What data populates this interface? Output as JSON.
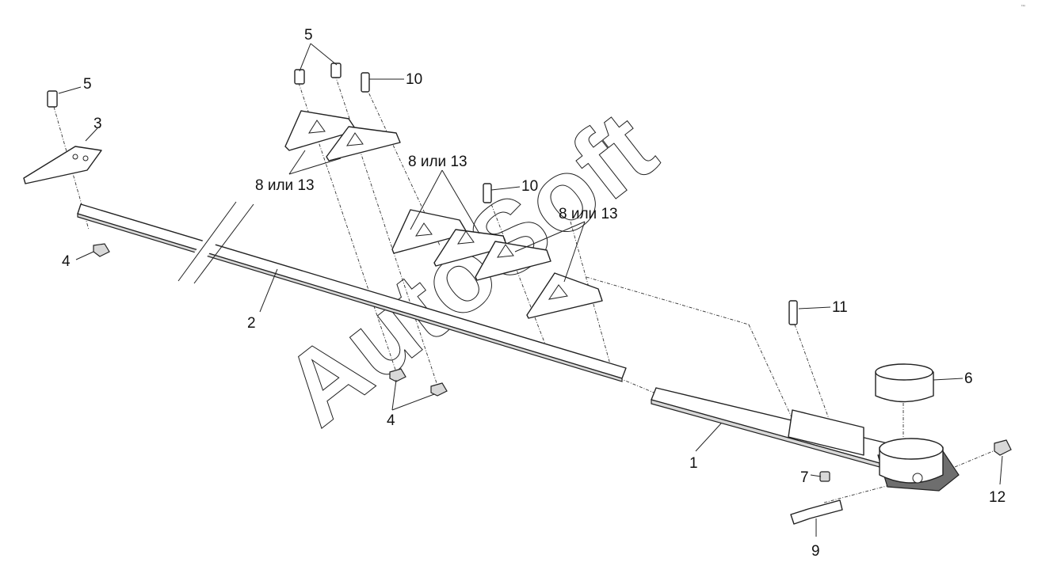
{
  "watermark": "AutoSoft",
  "corner_mark": "™",
  "callouts": {
    "c1": "1",
    "c2": "2",
    "c3": "3",
    "c4a": "4",
    "c4b": "4",
    "c5a": "5",
    "c5b": "5",
    "c6": "6",
    "c7": "7",
    "c8a": "8 или 13",
    "c8b": "8 или 13",
    "c8c": "8 или 13",
    "c9": "9",
    "c10a": "10",
    "c10b": "10",
    "c11": "11",
    "c12": "12"
  }
}
